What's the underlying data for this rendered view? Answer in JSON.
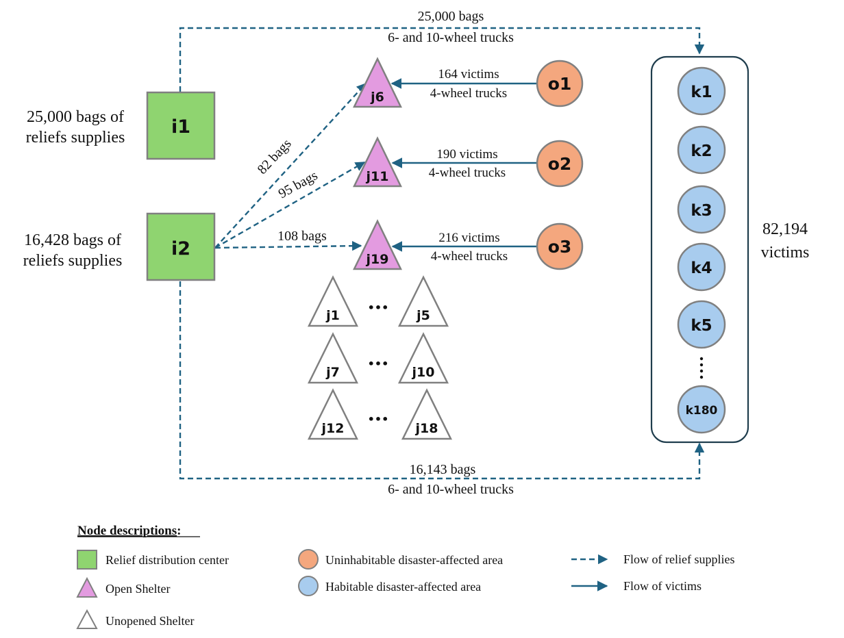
{
  "colors": {
    "flow": "#1f6283",
    "distribution_center": "#8fd470",
    "open_shelter": "#e39be0",
    "unopened_shelter": "#ffffff",
    "uninhabitable_area": "#f4a77e",
    "habitable_area": "#a8ccee",
    "node_border": "#808080",
    "container_border": "#1f3d4d"
  },
  "distribution_centers": [
    {
      "id": "i1",
      "label": "i1",
      "supply_line1": "25,000 bags of",
      "supply_line2": "reliefs supplies"
    },
    {
      "id": "i2",
      "label": "i2",
      "supply_line1": "16,428 bags of",
      "supply_line2": "reliefs supplies"
    }
  ],
  "open_shelters": [
    {
      "id": "j6",
      "label": "j6"
    },
    {
      "id": "j11",
      "label": "j11"
    },
    {
      "id": "j19",
      "label": "j19"
    }
  ],
  "unopened_shelters": {
    "rows": [
      {
        "left": "j1",
        "right": "j5"
      },
      {
        "left": "j7",
        "right": "j10"
      },
      {
        "left": "j12",
        "right": "j18"
      }
    ],
    "ellipsis": "•••"
  },
  "uninhabitable_areas": [
    {
      "id": "o1",
      "label": "o1"
    },
    {
      "id": "o2",
      "label": "o2"
    },
    {
      "id": "o3",
      "label": "o3"
    }
  ],
  "habitable_areas": {
    "nodes": [
      "k1",
      "k2",
      "k3",
      "k4",
      "k5",
      "k180"
    ],
    "ellipsis": "⋮",
    "total_line1": "82,194",
    "total_line2": "victims"
  },
  "relief_flows": [
    {
      "from": "i1",
      "to": "k-group",
      "amount": "25,000 bags",
      "vehicle": "6- and 10-wheel trucks"
    },
    {
      "from": "i2",
      "to": "k-group",
      "amount": "16,143 bags",
      "vehicle": "6- and 10-wheel trucks"
    },
    {
      "from": "i2",
      "to": "j6",
      "amount": "82 bags"
    },
    {
      "from": "i2",
      "to": "j11",
      "amount": "95 bags"
    },
    {
      "from": "i2",
      "to": "j19",
      "amount": "108 bags"
    }
  ],
  "victim_flows": [
    {
      "from": "o1",
      "to": "j6",
      "amount": "164 victims",
      "vehicle": "4-wheel trucks"
    },
    {
      "from": "o2",
      "to": "j11",
      "amount": "190 victims",
      "vehicle": "4-wheel trucks"
    },
    {
      "from": "o3",
      "to": "j19",
      "amount": "216 victims",
      "vehicle": "4-wheel trucks"
    }
  ],
  "legend": {
    "title": "Node descriptions",
    "title_suffix": ":",
    "items": [
      {
        "shape": "square-icon",
        "label": "Relief distribution center"
      },
      {
        "shape": "filled-triangle-icon",
        "label": "Open Shelter"
      },
      {
        "shape": "outline-triangle-icon",
        "label": "Unopened Shelter"
      },
      {
        "shape": "orange-circle-icon",
        "label": "Uninhabitable disaster-affected area"
      },
      {
        "shape": "blue-circle-icon",
        "label": "Habitable disaster-affected area"
      },
      {
        "shape": "dashed-arrow-icon",
        "label": "Flow of relief supplies"
      },
      {
        "shape": "solid-arrow-icon",
        "label": "Flow of victims"
      }
    ]
  }
}
